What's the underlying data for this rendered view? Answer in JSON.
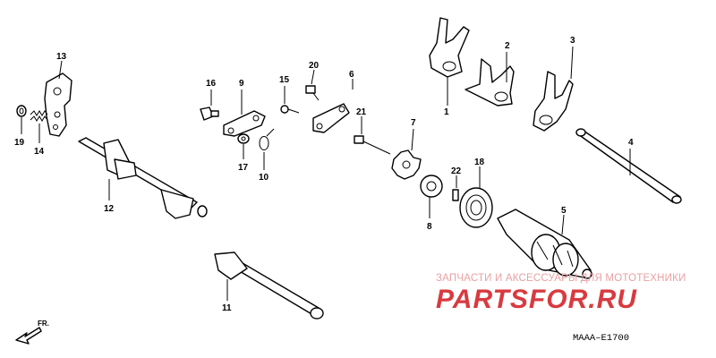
{
  "diagram_code": "MAAA–E1700",
  "front_label": "FR.",
  "watermark": {
    "tagline": "ЗАПЧАСТИ И АКСЕССУАРЫ ДЛЯ МОТОТЕХНИКИ",
    "logo": "PARTSFOR.RU",
    "color": "#d83a40"
  },
  "callouts": [
    "1",
    "2",
    "3",
    "4",
    "5",
    "6",
    "7",
    "8",
    "9",
    "10",
    "11",
    "12",
    "13",
    "14",
    "15",
    "16",
    "17",
    "18",
    "19",
    "20",
    "21",
    "22"
  ]
}
